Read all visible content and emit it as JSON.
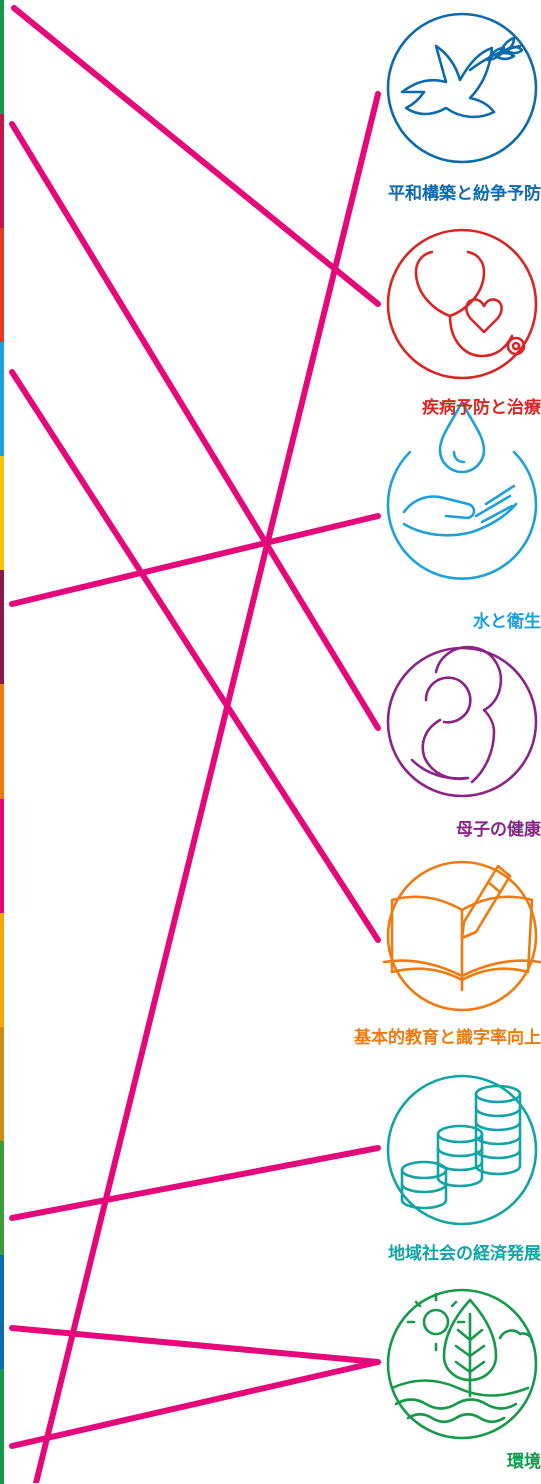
{
  "line_color": "#e5087b",
  "areas": [
    {
      "id": "peace",
      "label": "平和構築と紛争予防",
      "color": "#0d6aad",
      "icon": "dove-olive-branch-icon"
    },
    {
      "id": "disease",
      "label": "疾病予防と治療",
      "color": "#d92625",
      "icon": "stethoscope-heart-icon"
    },
    {
      "id": "water",
      "label": "水と衛生",
      "color": "#1da0d9",
      "icon": "water-drop-hand-icon"
    },
    {
      "id": "maternal",
      "label": "母子の健康",
      "color": "#8a2486",
      "icon": "mother-child-icon"
    },
    {
      "id": "education",
      "label": "基本的教育と識字率向上",
      "color": "#ef7b10",
      "icon": "book-pencil-icon"
    },
    {
      "id": "economic",
      "label": "地域社会の経済発展",
      "color": "#13a4a5",
      "icon": "coin-stacks-icon"
    },
    {
      "id": "environment",
      "label": "環境",
      "color": "#16994a",
      "icon": "tree-sun-waves-icon"
    }
  ],
  "left_strip": [
    "#16994a",
    "#c2184b",
    "#e33b22",
    "#1da0d9",
    "#f5c400",
    "#8b1a4a",
    "#ef7b10",
    "#e5087b",
    "#f5a800",
    "#cc8c14",
    "#3c9c3c",
    "#0d6aad",
    "#16994a"
  ],
  "connections": [
    {
      "from": 0,
      "to": "disease"
    },
    {
      "from": 1,
      "to": "maternal"
    },
    {
      "from": 2,
      "to": "education"
    },
    {
      "from": 3,
      "to": "water"
    },
    {
      "from": 4,
      "to": "economic"
    },
    {
      "from": 5,
      "to": "environment"
    },
    {
      "from": 6,
      "to": "environment"
    },
    {
      "from": 7,
      "to": "environment"
    },
    {
      "from": 8,
      "to": "peace"
    }
  ]
}
